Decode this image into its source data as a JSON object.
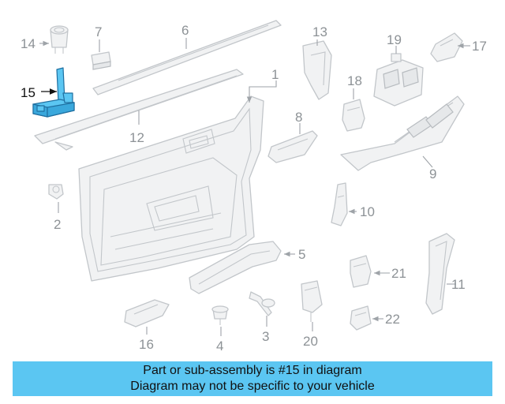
{
  "diagram": {
    "highlighted_part": "15",
    "callouts": [
      "1",
      "2",
      "3",
      "4",
      "5",
      "6",
      "7",
      "8",
      "9",
      "10",
      "11",
      "12",
      "13",
      "14",
      "15",
      "16",
      "17",
      "18",
      "19",
      "20",
      "21",
      "22"
    ]
  },
  "banner": {
    "line1": "Part or sub-assembly is #15 in diagram",
    "line2": "Diagram may not be specific to your vehicle",
    "color": "#5bc6f2"
  }
}
